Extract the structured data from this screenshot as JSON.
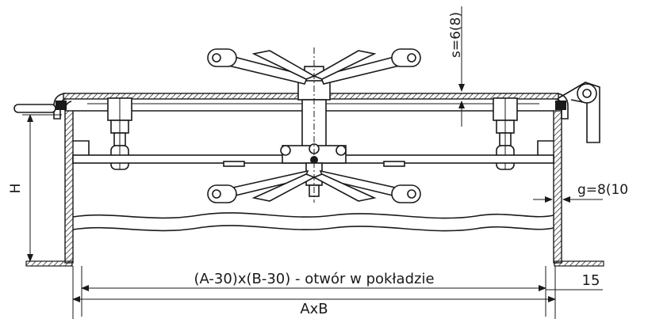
{
  "labels": {
    "s_thickness": "s=6(8)",
    "g_thickness": "g=8(10",
    "height": "H",
    "opening": "(A-30)x(B-30) - otwór w pokładzie",
    "overall": "AxB",
    "offset": "15"
  },
  "colors": {
    "line": "#1a1a1a",
    "paper": "#ffffff"
  }
}
